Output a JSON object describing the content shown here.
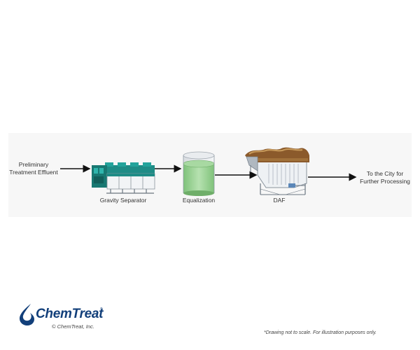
{
  "flow": {
    "input_label_line1": "Preliminary",
    "input_label_line2": "Treatment Effluent",
    "output_label_line1": "To the City for",
    "output_label_line2": "Further Processing",
    "stages": [
      {
        "label": "Gravity Separator",
        "icon": "gravity-separator-icon"
      },
      {
        "label": "Equalization",
        "icon": "equalization-tank-icon"
      },
      {
        "label": "DAF",
        "icon": "daf-unit-icon"
      }
    ]
  },
  "brand": {
    "name": "ChemTreat",
    "trademark": "®",
    "copyright": "© ChemTreat, Inc.",
    "color": "#123f7a"
  },
  "footnote": "*Drawing not to scale. For illustration purposes only.",
  "colors": {
    "separator_teal": "#1f8c86",
    "tank_green": "#9fd39a",
    "daf_frame": "#9aa3ad",
    "daf_sludge": "#8b5a2b"
  }
}
